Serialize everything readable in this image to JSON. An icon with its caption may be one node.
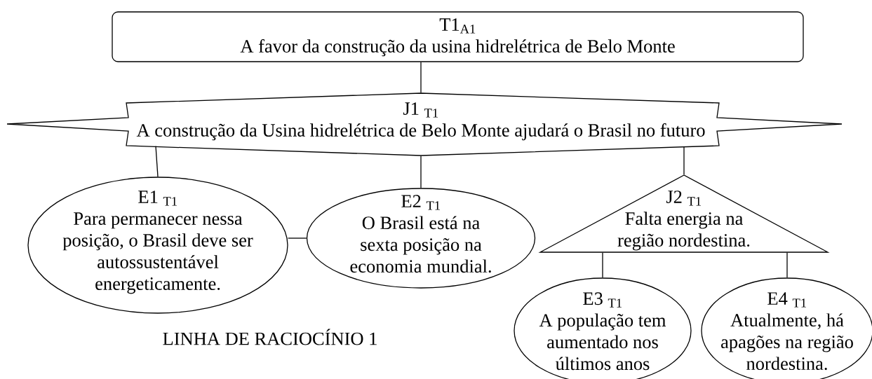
{
  "diagram": {
    "nodes": [
      {
        "text": [
          "T1$_{A1}$",
          "A favor da construção da usina hidrelétrica de Belo Monte"
        ]
      },
      {
        "text": [
          "J1 $_{T1}$",
          "A construção da Usina hidrelétrica de Belo Monte ajudará o Brasil no futuro"
        ]
      },
      {
        "text": [
          "E1 $_{T1}$",
          "Para permanecer nessa posição, o Brasil deve ser autossustentável energeticamente."
        ]
      },
      {
        "text": [
          "E2 $_{T1}$",
          "O Brasil está na sexta posição  na economia mundial."
        ]
      },
      {
        "text": [
          "J2 $_{T1}$",
          "Falta energia na região nordestina."
        ]
      },
      {
        "text": [
          "E3 $_{T1}$",
          "A população tem aumentado nos últimos anos"
        ]
      },
      {
        "text": [
          "E4 $_{T1}$",
          "Atualmente, há apagões na região nordestina."
        ]
      }
    ],
    "edges": [
      {
        "from": 0,
        "to": 1,
        "arrow": "none"
      },
      {
        "from": 1,
        "to": 2,
        "arrow": "none"
      },
      {
        "from": 1,
        "to": 3,
        "arrow": "none"
      },
      {
        "from": 1,
        "to": 4,
        "arrow": "none"
      },
      {
        "from": 2,
        "to": 3,
        "arrow": "none"
      },
      {
        "from": 4,
        "to": 5,
        "arrow": "none"
      },
      {
        "from": 4,
        "to": 6,
        "arrow": "none"
      }
    ],
    "labels": [
      "LINHA DE RACIOCÍNIO 1"
    ]
  }
}
